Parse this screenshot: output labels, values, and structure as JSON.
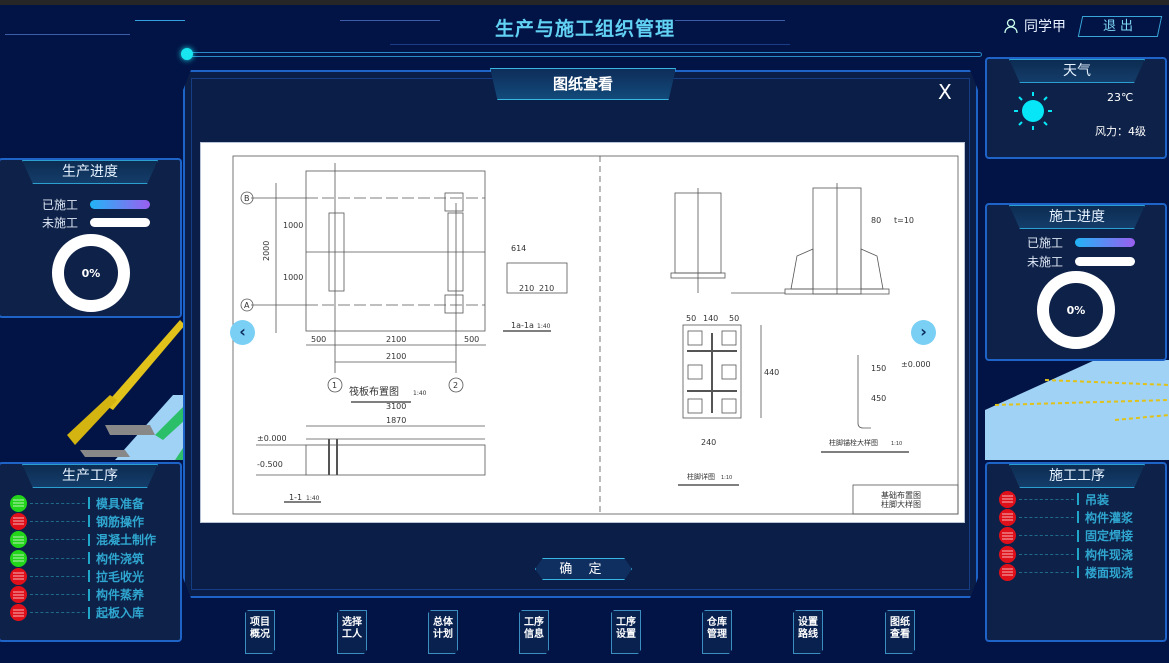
{
  "header": {
    "title": "生产与施工组织管理",
    "user": "同学甲",
    "logout": "退出"
  },
  "modal": {
    "title": "图纸查看",
    "close": "X",
    "confirm": "确 定",
    "drawing": {
      "left_title": "筏板布置图",
      "left_scale": "1:40",
      "section_title": "1-1",
      "section_scale": "1:40",
      "detail_title": "1a-1a",
      "detail_scale": "1:40",
      "foot_title": "柱脚详图",
      "foot_scale": "1:10",
      "anchor_title": "柱脚锚栓大样图",
      "anchor_scale": "1:10",
      "titleblock_1": "基础布置图",
      "titleblock_2": "柱脚大样图",
      "axis_b": "B",
      "axis_a": "A",
      "axis_1": "1",
      "axis_2": "2",
      "dims": {
        "d500a": "500",
        "d2100a": "2100",
        "d500b": "500",
        "d2100b": "2100",
        "d3100": "3100",
        "d1870": "1870",
        "d2000": "2000",
        "d1000a": "1000",
        "d1000b": "1000",
        "d240": "240",
        "d440": "440",
        "d450": "450",
        "d150": "150",
        "t10": "t=10",
        "d80": "80",
        "d50a": "50",
        "d140": "140",
        "d50b": "50",
        "d614": "614",
        "d210a": "210",
        "d210b": "210"
      },
      "elev_1": "±0.000",
      "elev_2": "-0.500",
      "elev_3": "±0.000"
    }
  },
  "left": {
    "progress": {
      "title": "生产进度",
      "done": "已施工",
      "todo": "未施工",
      "percent": "0%",
      "value": 0
    },
    "process": {
      "title": "生产工序",
      "items": [
        {
          "label": "模具准备",
          "status": "green"
        },
        {
          "label": "钢筋操作",
          "status": "red"
        },
        {
          "label": "混凝土制作",
          "status": "green"
        },
        {
          "label": "构件浇筑",
          "status": "green"
        },
        {
          "label": "拉毛收光",
          "status": "red"
        },
        {
          "label": "构件蒸养",
          "status": "red"
        },
        {
          "label": "起板入库",
          "status": "red"
        }
      ]
    }
  },
  "right": {
    "weather": {
      "title": "天气",
      "temp": "23℃",
      "wind": "风力：4级",
      "icon": "sun-icon"
    },
    "progress": {
      "title": "施工进度",
      "done": "已施工",
      "todo": "未施工",
      "percent": "0%",
      "value": 0
    },
    "process": {
      "title": "施工工序",
      "items": [
        {
          "label": "吊装",
          "status": "red"
        },
        {
          "label": "构件灌浆",
          "status": "red"
        },
        {
          "label": "固定焊接",
          "status": "red"
        },
        {
          "label": "构件现浇",
          "status": "red"
        },
        {
          "label": "楼面现浇",
          "status": "red"
        }
      ]
    }
  },
  "nav": [
    {
      "l1": "项目",
      "l2": "概况"
    },
    {
      "l1": "选择",
      "l2": "工人"
    },
    {
      "l1": "总体",
      "l2": "计划"
    },
    {
      "l1": "工序",
      "l2": "信息"
    },
    {
      "l1": "工序",
      "l2": "设置"
    },
    {
      "l1": "仓库",
      "l2": "管理"
    },
    {
      "l1": "设置",
      "l2": "路线"
    },
    {
      "l1": "图纸",
      "l2": "查看"
    }
  ],
  "colors": {
    "green": "#22d41a",
    "red": "#e0101a",
    "accent": "#62d2f4",
    "bar_start": "#22b4f5",
    "bar_end": "#9a5ff0"
  }
}
